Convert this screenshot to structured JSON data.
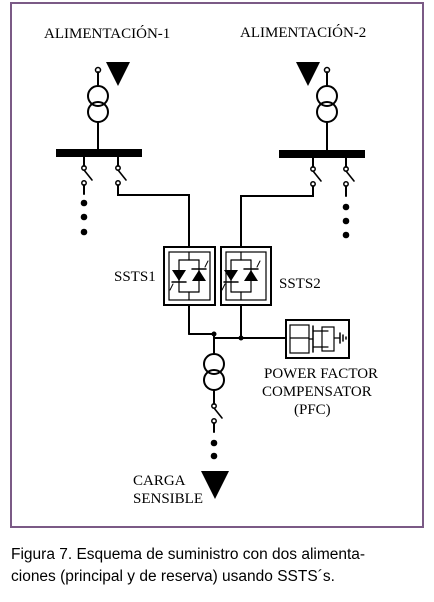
{
  "diagram": {
    "feed1_label": "ALIMENTACIÓN-1",
    "feed2_label": "ALIMENTACIÓN-2",
    "ssts1_label": "SSTS1",
    "ssts2_label": "SSTS2",
    "pfc_line1": "POWER FACTOR",
    "pfc_line2": "COMPENSATOR",
    "pfc_line3": "(PFC)",
    "load_line1": "CARGA",
    "load_line2": "SENSIBLE"
  },
  "caption": {
    "line1": "Figura 7. Esquema de suministro con dos alimenta-",
    "line2": "ciones (principal y de reserva) usando SSTS´s."
  },
  "colors": {
    "frame": "#7b5a86",
    "ink": "#000000"
  }
}
